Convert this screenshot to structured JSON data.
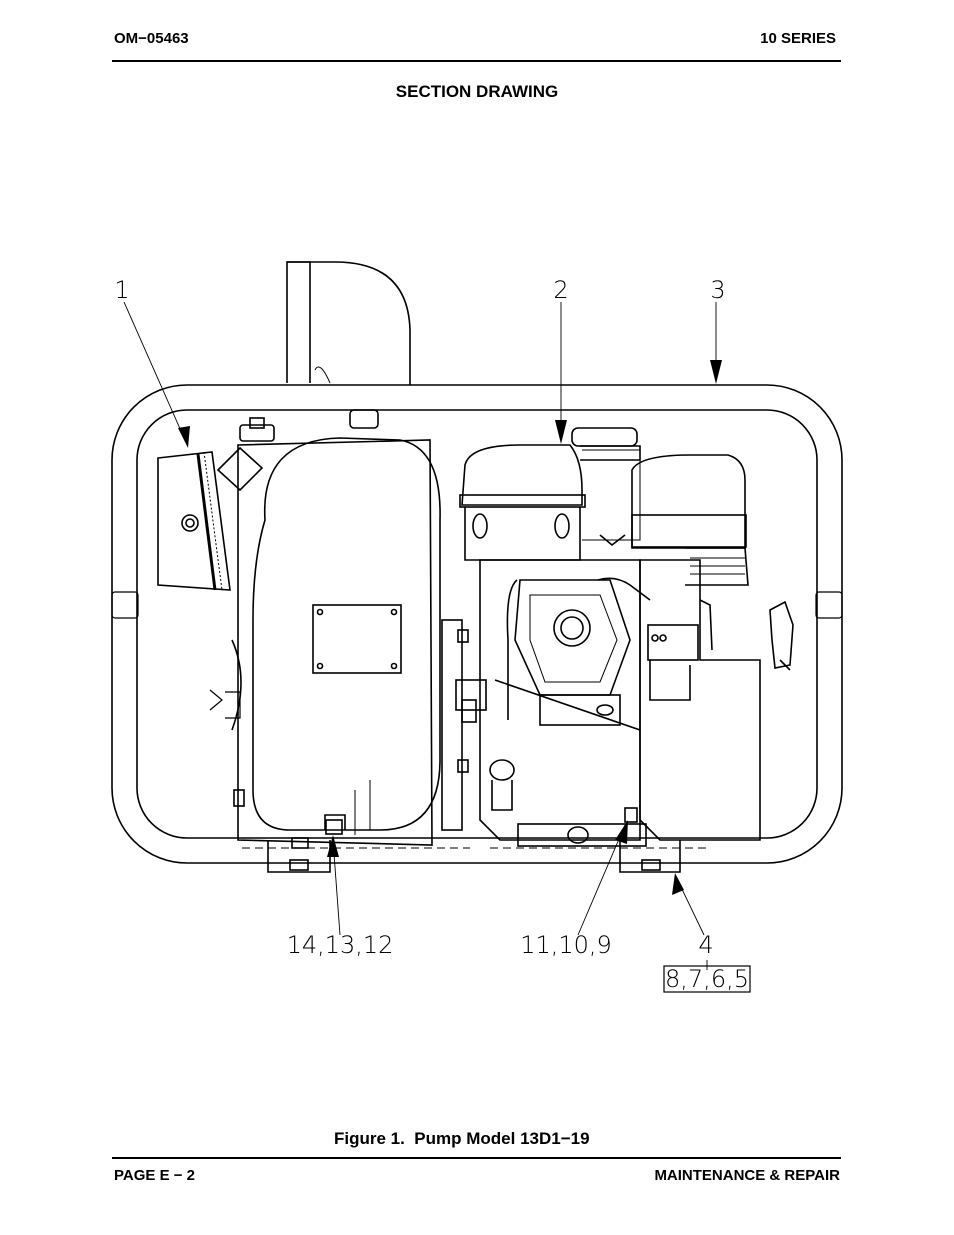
{
  "header": {
    "doc_number": "OM−05463",
    "series": "10 SERIES"
  },
  "section_title": "SECTION DRAWING",
  "figure": {
    "caption": "Figure 1.  Pump Model 13D1−19",
    "callouts": [
      "1",
      "2",
      "3",
      "14,13,12",
      "11,10,9",
      "4",
      "8,7,6,5"
    ]
  },
  "footer": {
    "page": "PAGE E − 2",
    "section": "MAINTENANCE & REPAIR"
  }
}
